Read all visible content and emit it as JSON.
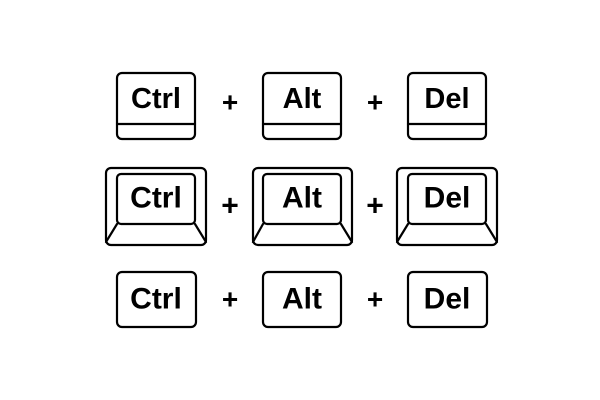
{
  "colors": {
    "background": "#ffffff",
    "ink": "#000000"
  },
  "rows": [
    {
      "style": "flat-bottom-edge",
      "keys": [
        "Ctrl",
        "Alt",
        "Del"
      ],
      "separator": "+"
    },
    {
      "style": "3d-bevel",
      "keys": [
        "Ctrl",
        "Alt",
        "Del"
      ],
      "separator": "+"
    },
    {
      "style": "simple-outline",
      "keys": [
        "Ctrl",
        "Alt",
        "Del"
      ],
      "separator": "+"
    }
  ]
}
